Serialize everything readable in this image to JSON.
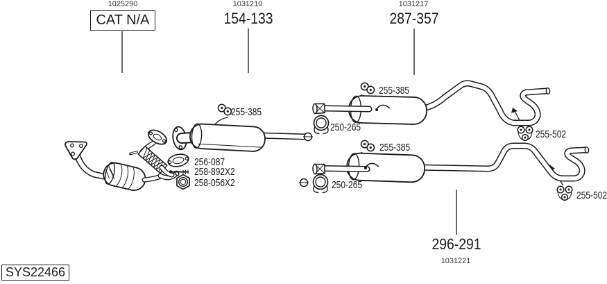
{
  "colors": {
    "line": "#1a1a1a",
    "background": "#ffffff",
    "secondary_text": "#333333"
  },
  "callouts": {
    "catalyst_ref": "1025290",
    "catalyst": "CAT N/A",
    "front_silencer_ref": "1031210",
    "front_silencer": "154-133",
    "rear_system_upper_ref": "1031217",
    "rear_system_upper": "287-357",
    "rear_system_lower": "296-291",
    "rear_system_lower_ref": "1031221",
    "mounting_mid": "255-385",
    "mounting_upper": "255-385",
    "mounting_lower": "255-385",
    "clamp_upper": "250-265",
    "clamp_lower": "250-265",
    "gasket": "256-087",
    "bolt": "258-892X2",
    "nut": "258-056X2",
    "tail_mounting_upper": "255-502",
    "tail_mounting_lower": "255-502"
  },
  "icons": [
    "rubber-hanger-icon",
    "pipe-clamp-icon",
    "flange-gasket-icon",
    "stud-bolt-icon",
    "hex-nut-icon",
    "tail-rubber-hanger-icon"
  ],
  "footer": {
    "system_code": "SYS22466"
  }
}
